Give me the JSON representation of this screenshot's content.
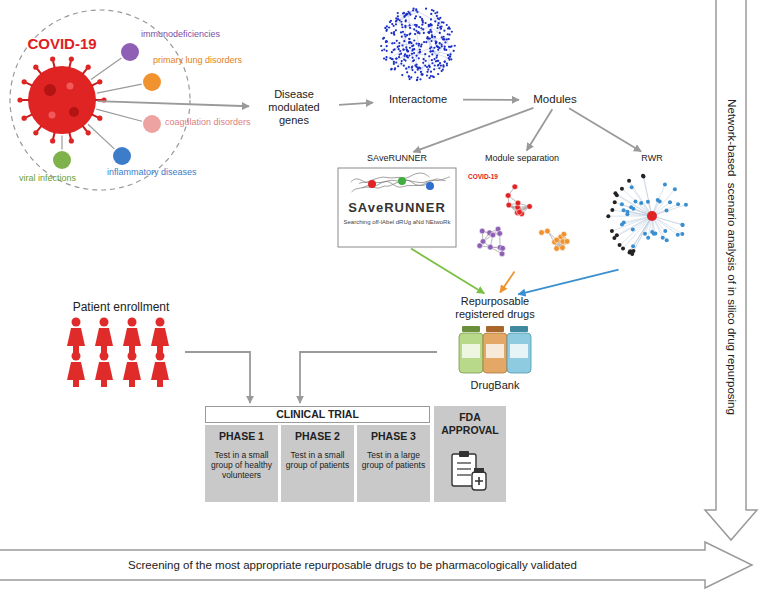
{
  "diagram": {
    "nodes": [
      {
        "text": [
          "COVID-19"
        ]
      },
      {
        "text": [
          "immunodeficiencies"
        ]
      },
      {
        "text": [
          "primary lung disorders"
        ]
      },
      {
        "text": [
          "coagulation disorders"
        ]
      },
      {
        "text": [
          "inflammatory diseases"
        ]
      },
      {
        "text": [
          "viral infections"
        ]
      },
      {
        "text": [
          "Disease modulated genes"
        ]
      },
      {
        "text": [
          "Interactome"
        ]
      },
      {
        "text": [
          "Modules"
        ]
      },
      {
        "text": [
          "SAveRUNNER",
          "SAveRUNNER",
          "Searching off-lAbel dRUg aNd NEtwoRk"
        ]
      },
      {
        "text": [
          "Module separation",
          "COVID-19"
        ]
      },
      {
        "text": [
          "RWR"
        ]
      },
      {
        "text": [
          "Repurposable registered drugs",
          "DrugBank"
        ]
      },
      {
        "text": [
          "Patient enrollment"
        ]
      },
      {
        "text": [
          "CLINICAL TRIAL"
        ]
      },
      {
        "text": [
          "PHASE 1",
          "Test in a small group of healthy volunteers"
        ],
        "in": 14
      },
      {
        "text": [
          "PHASE 2",
          "Test in a small group of patients"
        ],
        "in": 14
      },
      {
        "text": [
          "PHASE 3",
          "Test in a large group of patients"
        ],
        "in": 14
      },
      {
        "text": [
          "FDA APPROVAL"
        ]
      },
      {
        "text": [
          "Network-based  scenario analysis of in silico drug repurposing"
        ]
      },
      {
        "text": [
          "Screening of the most appropriate repurposable drugs to be pharmacologically validated"
        ]
      }
    ],
    "edges": [
      {
        "from": 0,
        "to": 1,
        "arrow": "none"
      },
      {
        "from": 0,
        "to": 2,
        "arrow": "none"
      },
      {
        "from": 0,
        "to": 3,
        "arrow": "none"
      },
      {
        "from": 0,
        "to": 4,
        "arrow": "none"
      },
      {
        "from": 0,
        "to": 5,
        "arrow": "none"
      },
      {
        "from": 0,
        "to": 6,
        "arrow": "to"
      },
      {
        "from": 6,
        "to": 7,
        "arrow": "to"
      },
      {
        "from": 7,
        "to": 8,
        "arrow": "to"
      },
      {
        "from": 8,
        "to": 9,
        "arrow": "to"
      },
      {
        "from": 8,
        "to": 10,
        "arrow": "to"
      },
      {
        "from": 8,
        "to": 11,
        "arrow": "to"
      },
      {
        "from": 9,
        "to": 12,
        "arrow": "to"
      },
      {
        "from": 10,
        "to": 12,
        "arrow": "to"
      },
      {
        "from": 11,
        "to": 12,
        "arrow": "to"
      },
      {
        "from": 13,
        "to": 14,
        "arrow": "to"
      },
      {
        "from": 12,
        "to": 14,
        "arrow": "to"
      }
    ]
  }
}
